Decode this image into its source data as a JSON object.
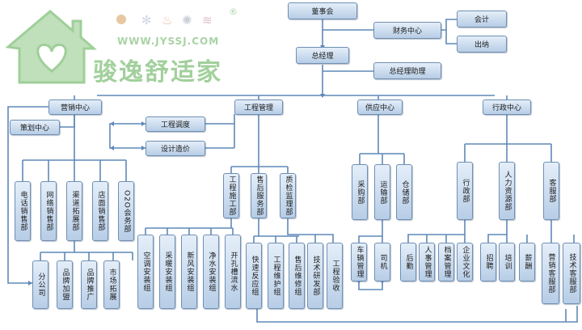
{
  "logo": {
    "url": "WWW.JYSSJ.COM",
    "name": "骏逸舒适家",
    "registered_mark": "®"
  },
  "org_chart": {
    "board": "董事会",
    "general_manager": "总经理",
    "gm_assistant": "总经理助理",
    "finance_center": "财务中心",
    "accountant": "会计",
    "cashier": "出纳",
    "marketing_center": "营销中心",
    "planning_center": "策划中心",
    "marketing_units": [
      "电话销售部",
      "网络销售部",
      "渠道拓展部",
      "店面销售部",
      "O2O会务部"
    ],
    "channel_units": [
      "分公司",
      "品牌加盟",
      "品牌推广",
      "市场拓展"
    ],
    "engineering_management": "工程管理",
    "engineering_dispatch": "工程调度",
    "design_costing": "设计造价",
    "engineering_units": [
      "工程施工部",
      "售后服务部",
      "质检监理部"
    ],
    "construction_teams": [
      "空调安装组",
      "采暖安装组",
      "新风安装组",
      "净水安装组",
      "开孔槽流水"
    ],
    "service_teams": [
      "快速反应组",
      "工程维护组",
      "售后维修组",
      "技术研发部",
      "工程验收"
    ],
    "supply_center": "供应中心",
    "supply_units": [
      "采购部",
      "运输部",
      "仓储部"
    ],
    "transport_units": [
      "车辆管理",
      "司机"
    ],
    "admin_center": "行政中心",
    "admin_units": [
      "行政部",
      "人力资源部",
      "客服部"
    ],
    "admin_subunits": [
      "后勤",
      "人事管理",
      "档案管理",
      "企业文化"
    ],
    "hr_subunits": [
      "招聘",
      "培训",
      "薪酬"
    ],
    "service_subunits": [
      "营销客服部",
      "技术客服部"
    ]
  }
}
